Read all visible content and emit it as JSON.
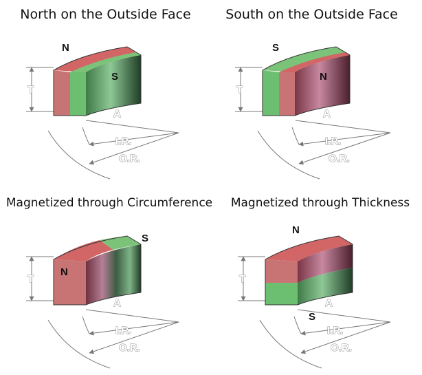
{
  "panels": [
    {
      "title": "North on the Outside Face",
      "poles": [
        "N",
        "S"
      ],
      "colors": {
        "red": "#cd6a6a",
        "green": "#5fb36a",
        "dark_green": "#2f5a36"
      }
    },
    {
      "title": "South on the Outside Face",
      "poles": [
        "S",
        "N"
      ],
      "colors": {
        "red": "#cd6a6a",
        "green": "#5fb36a",
        "dark_red": "#6a2e3e"
      }
    },
    {
      "title": "Magnetized through Circumference",
      "poles": [
        "N",
        "S"
      ],
      "colors": {
        "red": "#cd6a6a",
        "green": "#5fb36a",
        "dark_green": "#2f5a36"
      }
    },
    {
      "title": "Magnetized through Thickness",
      "poles": [
        "N",
        "S"
      ],
      "colors": {
        "red": "#cd6a6a",
        "green": "#5fb36a",
        "dark_red": "#6a2e3e"
      }
    }
  ],
  "dimensions": {
    "thickness": "T",
    "angle": "A",
    "inner_radius": "I.R.",
    "outer_radius": "O.R."
  }
}
